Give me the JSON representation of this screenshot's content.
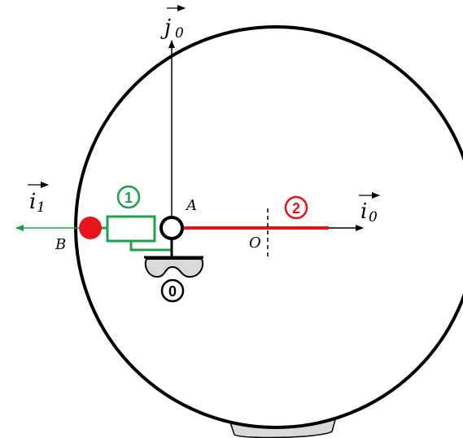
{
  "labels": {
    "j0": "j",
    "j0_sub": "0",
    "i0": "i",
    "i0_sub": "0",
    "i1": "i",
    "i1_sub": "1",
    "A": "A",
    "B": "B",
    "O": "O"
  },
  "parts": {
    "ground": "0",
    "slider": "1",
    "rod": "2"
  },
  "colors": {
    "ink": "#000000",
    "green": "#1aa34a",
    "red": "#e8141b",
    "ground_fill": "#d9d9d9"
  }
}
